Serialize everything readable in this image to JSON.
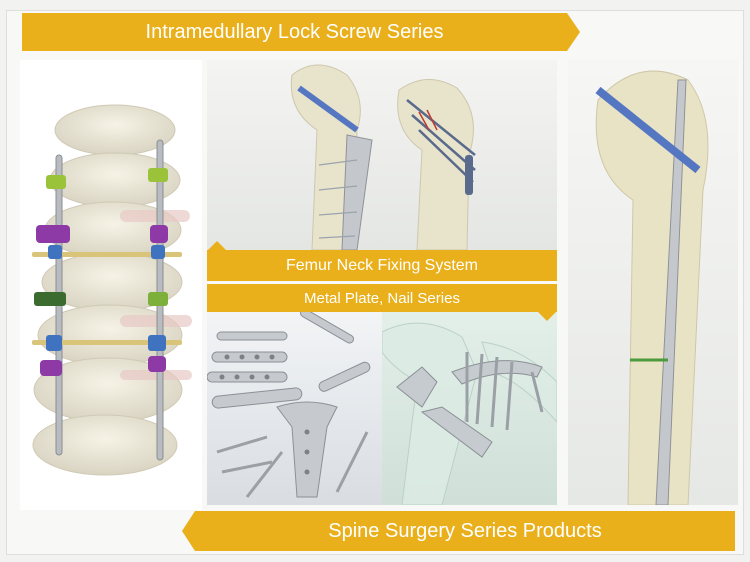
{
  "banners": {
    "top": "Intramedullary Lock Screw Series",
    "femur": "Femur Neck Fixing System",
    "plate": "Metal Plate, Nail Series",
    "bottom": "Spine Surgery Series Products"
  },
  "colors": {
    "banner": "#e9b01b",
    "banner_text": "#ffffff",
    "bone": "#e6e1c8",
    "metal": "#bfc3c7",
    "implant_blue": "#5577c2"
  },
  "images": {
    "spine": "spine-implant-image",
    "femur_neck": "femur-neck-fixation-image",
    "plates": "metal-plate-image",
    "plates_model": "plate-on-bone-image",
    "intramedullary": "intramedullary-nail-image"
  }
}
